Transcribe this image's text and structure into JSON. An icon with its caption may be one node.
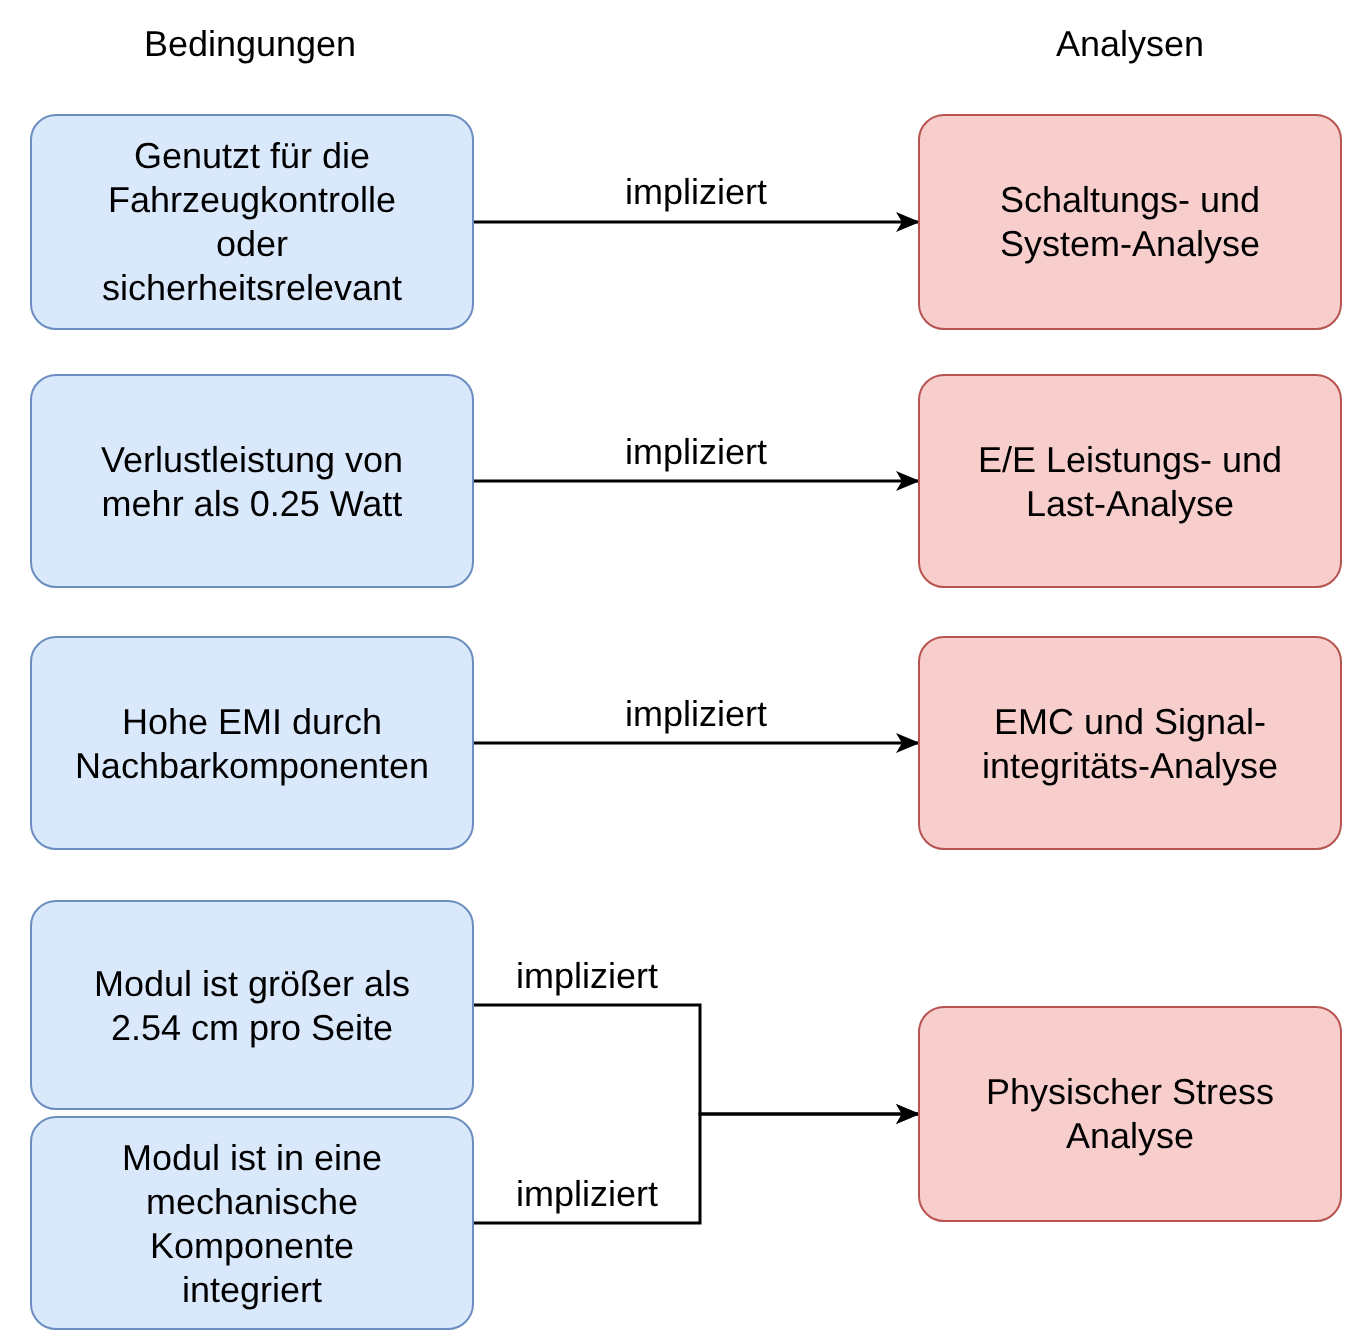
{
  "diagram": {
    "nodes": [
      {
        "text": [
          "Genutzt für die Fahrzeugkontrolle oder sicherheitsrelevant"
        ]
      },
      {
        "text": [
          "Schaltungs- und System-Analyse"
        ]
      },
      {
        "text": [
          "Verlustleistung von mehr als 0.25 Watt"
        ]
      },
      {
        "text": [
          "E/E Leistungs- und Last-Analyse"
        ]
      },
      {
        "text": [
          "Hohe EMI durch Nachbarkomponenten"
        ]
      },
      {
        "text": [
          "EMC und Signal-integritäts-Analyse"
        ]
      },
      {
        "text": [
          "Modul ist größer als 2.54 cm pro Seite"
        ]
      },
      {
        "text": [
          "Modul ist in eine mechanische Komponente integriert"
        ]
      },
      {
        "text": [
          "Physischer Stress Analyse"
        ]
      }
    ],
    "edges": [
      {
        "from": 0,
        "to": 1,
        "arrow": "to",
        "label": "impliziert"
      },
      {
        "from": 2,
        "to": 3,
        "arrow": "to",
        "label": "impliziert"
      },
      {
        "from": 4,
        "to": 5,
        "arrow": "to",
        "label": "impliziert"
      },
      {
        "from": 6,
        "to": 8,
        "arrow": "to",
        "label": "impliziert"
      },
      {
        "from": 7,
        "to": 8,
        "arrow": "to",
        "label": "impliziert"
      }
    ],
    "labels": [
      "Bedingungen",
      "Analysen"
    ]
  }
}
